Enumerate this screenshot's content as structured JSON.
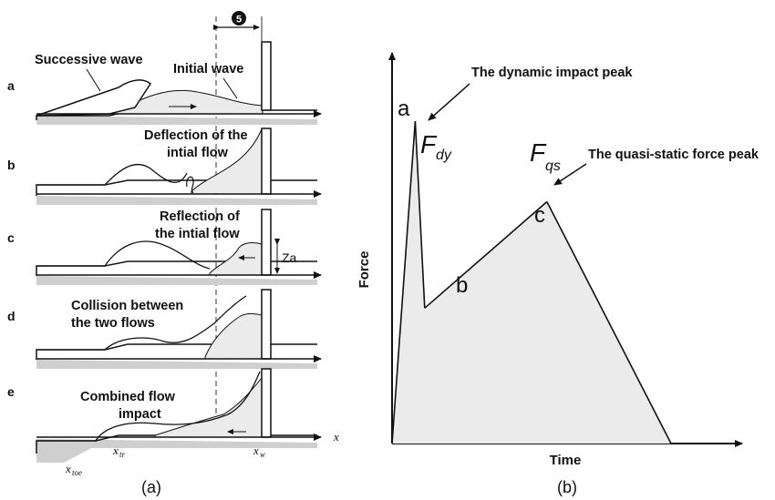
{
  "panel_a": {
    "caption": "(a)",
    "marker": "5",
    "rows": [
      {
        "letter": "a",
        "label1": "Successive wave",
        "label2": "Initial wave"
      },
      {
        "letter": "b",
        "label1": "Deflection of the",
        "label2": "intial flow"
      },
      {
        "letter": "c",
        "label1": "Reflection of",
        "label2": "the intial flow"
      },
      {
        "letter": "d",
        "label1": "Collision between",
        "label2": "the two flows"
      },
      {
        "letter": "e",
        "label1": "Combined flow",
        "label2": "impact"
      }
    ],
    "za_label": "Za",
    "x_axis": "x",
    "x_toe": "x",
    "x_toe_sub": "toe",
    "x_tr": "x",
    "x_tr_sub": "tr",
    "x_w": "x",
    "x_w_sub": "w"
  },
  "panel_b": {
    "caption": "(b)",
    "ylabel": "Force",
    "xlabel": "Time",
    "point_a": "a",
    "point_b": "b",
    "point_c": "c",
    "f_dy": "F",
    "f_dy_sub": "dy",
    "f_qs": "F",
    "f_qs_sub": "qs",
    "ann_dynamic": "The dynamic impact peak",
    "ann_quasi": "The quasi-static force peak"
  },
  "chart_data": {
    "type": "area",
    "xlabel": "Time",
    "ylabel": "Force",
    "x": [
      0,
      0.083,
      0.117,
      0.555,
      1.0
    ],
    "values": [
      0,
      1.0,
      0.42,
      0.75,
      0
    ],
    "annotations": [
      {
        "label": "a",
        "text": "The dynamic impact peak"
      },
      {
        "label": "b"
      },
      {
        "label": "c",
        "text": "The quasi-static force peak"
      }
    ],
    "grid": false
  },
  "colors": {
    "fill": "#ebebeb",
    "stroke": "#111111",
    "ground": "#cfcfcf"
  }
}
